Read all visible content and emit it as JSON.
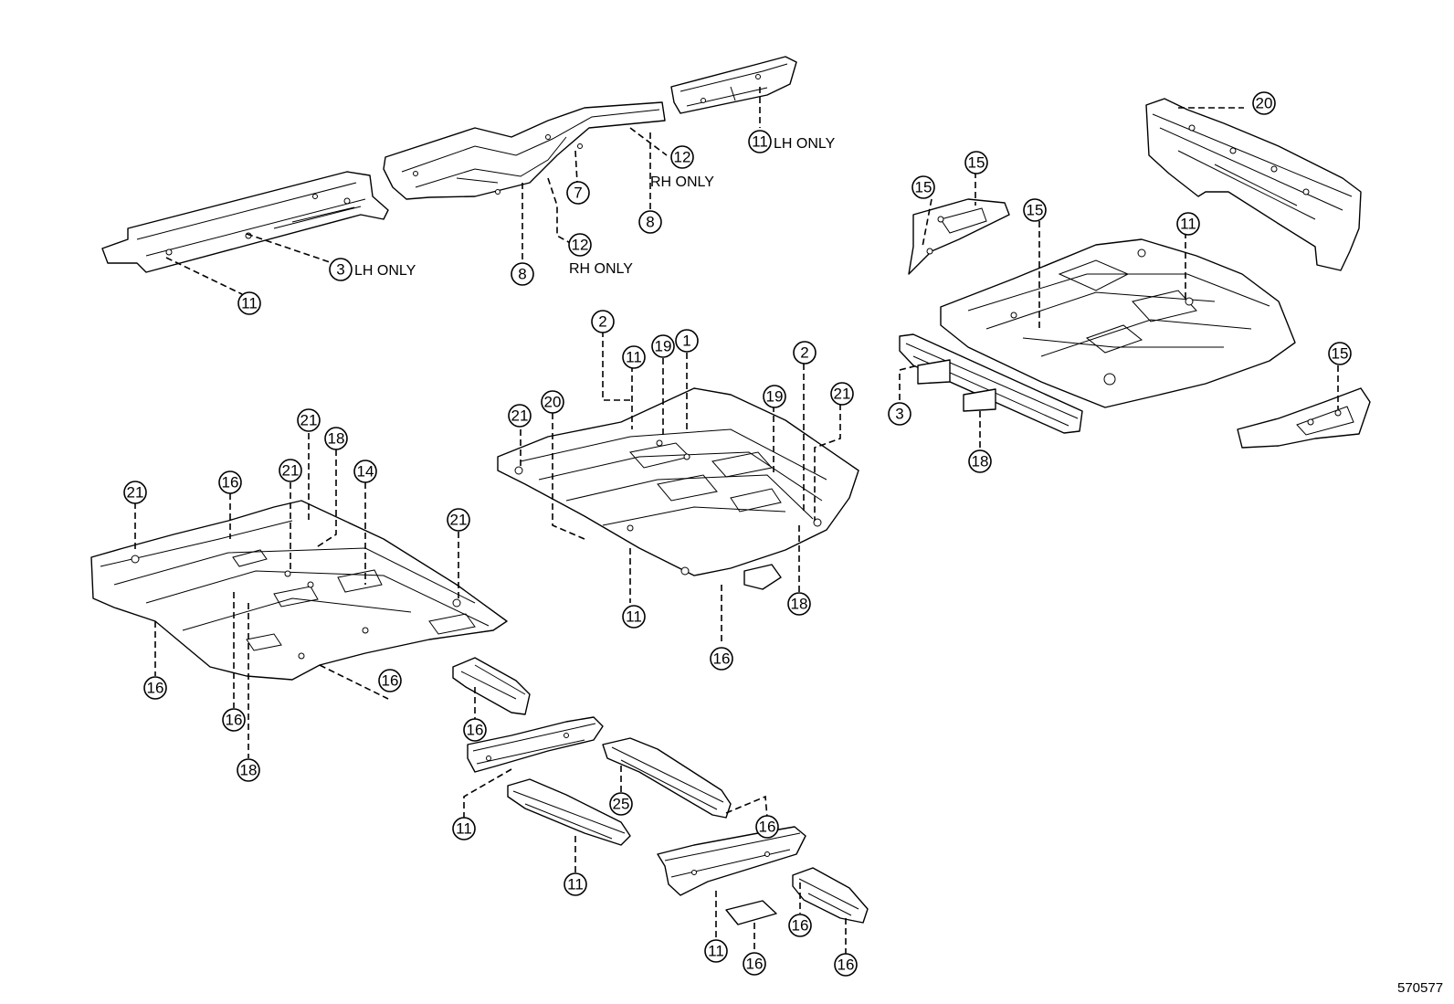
{
  "diagram": {
    "notes": {
      "lh_only": "LH ONLY",
      "rh_only": "RH ONLY"
    },
    "reference_number": "570577",
    "callouts": [
      "1",
      "2",
      "3",
      "7",
      "8",
      "11",
      "12",
      "14",
      "15",
      "16",
      "18",
      "19",
      "20",
      "21",
      "25"
    ]
  }
}
